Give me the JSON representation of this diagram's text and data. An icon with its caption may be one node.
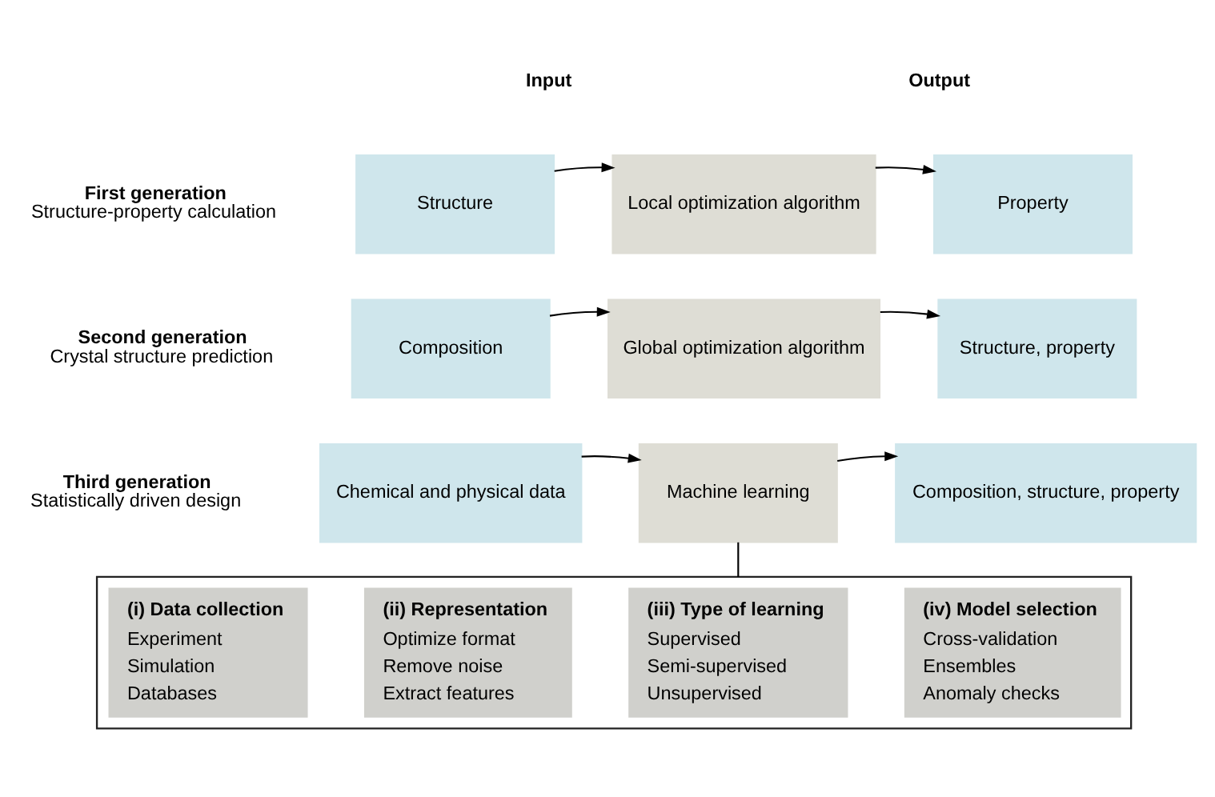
{
  "diagram": {
    "nodes": [
      {
        "text": [
          "Structure"
        ]
      },
      {
        "text": [
          "Local optimization algorithm"
        ]
      },
      {
        "text": [
          "Property"
        ]
      },
      {
        "text": [
          "Composition"
        ]
      },
      {
        "text": [
          "Global optimization algorithm"
        ]
      },
      {
        "text": [
          "Structure, property"
        ]
      },
      {
        "text": [
          "Chemical and physical data"
        ]
      },
      {
        "text": [
          "Machine learning"
        ]
      },
      {
        "text": [
          "Composition, structure, property"
        ]
      },
      {
        "text": [],
        "shape": "box"
      },
      {
        "text": [
          "(i) Data collection",
          "Experiment",
          "Simulation",
          "Databases"
        ],
        "in": 9
      },
      {
        "text": [
          "(ii) Representation",
          "Optimize format",
          "Remove noise",
          "Extract features"
        ],
        "in": 9
      },
      {
        "text": [
          "(iii) Type of learning",
          "Supervised",
          "Semi-supervised",
          "Unsupervised"
        ],
        "in": 9
      },
      {
        "text": [
          "(iv) Model selection",
          "Cross-validation",
          "Ensembles",
          "Anomaly checks"
        ],
        "in": 9
      }
    ],
    "edges": [
      {
        "from": 0,
        "to": 1,
        "arrow": "to"
      },
      {
        "from": 1,
        "to": 2,
        "arrow": "to"
      },
      {
        "from": 3,
        "to": 4,
        "arrow": "to"
      },
      {
        "from": 4,
        "to": 5,
        "arrow": "to"
      },
      {
        "from": 6,
        "to": 7,
        "arrow": "to"
      },
      {
        "from": 7,
        "to": 8,
        "arrow": "to"
      },
      {
        "from": 7,
        "to": 9,
        "arrow": "none"
      }
    ],
    "labels": [
      "Input",
      "Output",
      "First generation",
      "Structure-property calculation",
      "Second generation",
      "Crystal structure prediction",
      "Third generation",
      "Statistically driven design"
    ]
  }
}
